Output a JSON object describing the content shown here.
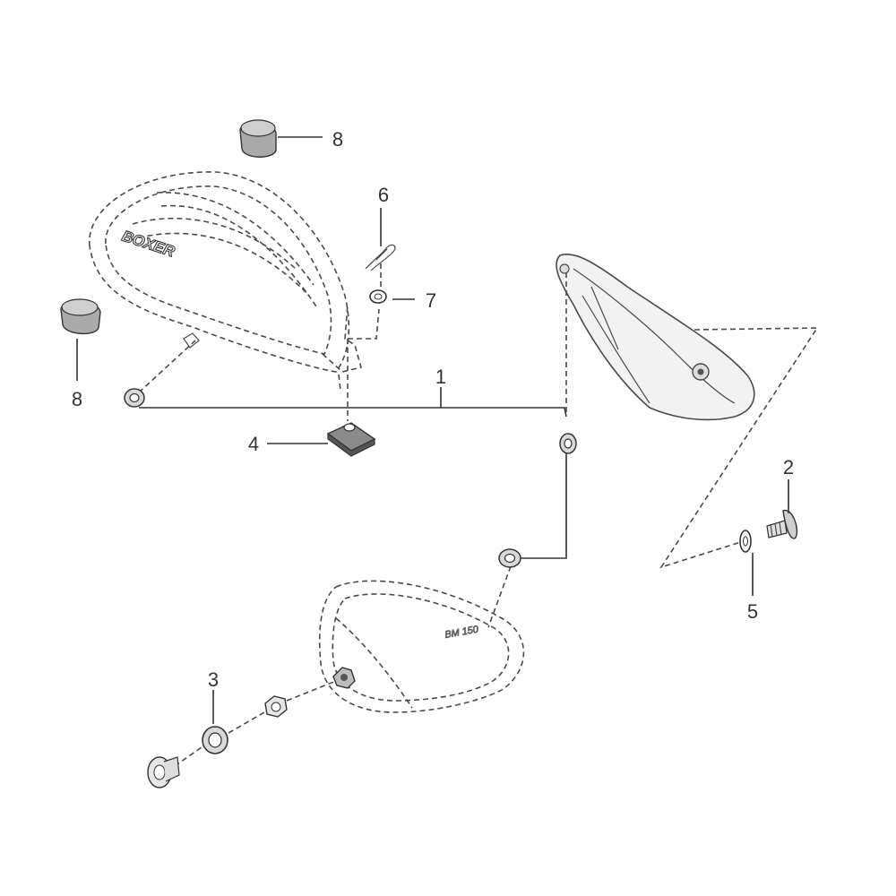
{
  "callouts": [
    {
      "id": "1",
      "text": "1"
    },
    {
      "id": "2",
      "text": "2"
    },
    {
      "id": "3",
      "text": "3"
    },
    {
      "id": "4",
      "text": "4"
    },
    {
      "id": "5",
      "text": "5"
    },
    {
      "id": "6",
      "text": "6"
    },
    {
      "id": "7",
      "text": "7"
    },
    {
      "id": "8a",
      "text": "8"
    },
    {
      "id": "8b",
      "text": "8"
    }
  ],
  "logos": {
    "left_cover": "BOXER",
    "lower_cover": "BM 150"
  },
  "colors": {
    "line": "#4a4a4a",
    "part_fill": "#e6e6e6",
    "part_dark": "#555555",
    "background": "#ffffff"
  }
}
